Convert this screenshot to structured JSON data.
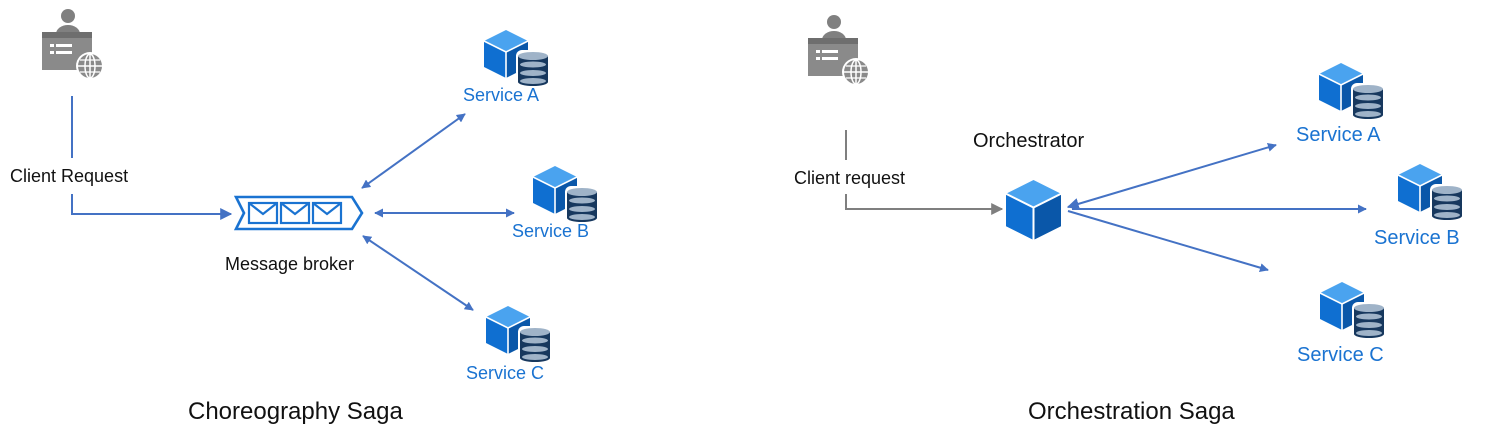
{
  "colors": {
    "accent": "#1a73d1",
    "cube_top": "#4aa3ef",
    "cube_left": "#0f6fd1",
    "cube_right": "#0a57a9",
    "arrow_blue": "#4472c4",
    "arrow_gray": "#7f7f7f",
    "client_icon": "#808080",
    "text_dark": "#111111"
  },
  "choreography": {
    "caption": "Choreography Saga",
    "client_label": "Client Request",
    "client_icon": "client-web-icon",
    "broker_label": "Message broker",
    "broker_icon": "message-broker-icon",
    "services": [
      {
        "label": "Service A",
        "icon": "service-db-icon"
      },
      {
        "label": "Service B",
        "icon": "service-db-icon"
      },
      {
        "label": "Service C",
        "icon": "service-db-icon"
      }
    ]
  },
  "orchestration": {
    "caption": "Orchestration Saga",
    "client_label": "Client request",
    "client_icon": "client-web-icon",
    "orchestrator_label": "Orchestrator",
    "orchestrator_icon": "orchestrator-cube-icon",
    "services": [
      {
        "label": "Service A",
        "icon": "service-db-icon"
      },
      {
        "label": "Service B",
        "icon": "service-db-icon"
      },
      {
        "label": "Service C",
        "icon": "service-db-icon"
      }
    ]
  }
}
